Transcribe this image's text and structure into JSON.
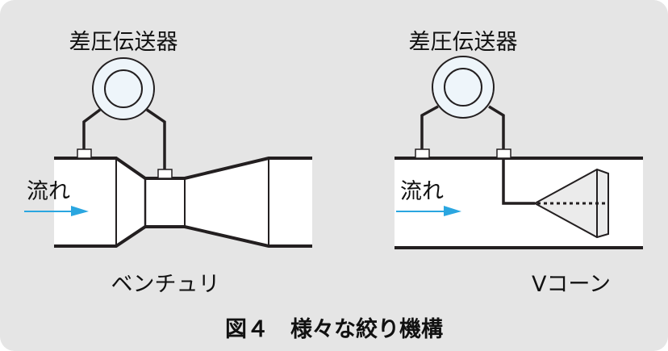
{
  "left_diagram": {
    "transmitter_label": "差圧伝送器",
    "flow_label": "流れ",
    "name": "ベンチュリ"
  },
  "right_diagram": {
    "transmitter_label": "差圧伝送器",
    "flow_label": "流れ",
    "name": "Vコーン"
  },
  "caption": "図４　様々な絞り機構",
  "colors": {
    "background": "#e5e5e5",
    "arrow": "#2aa6e0",
    "line": "#231f20",
    "gauge_fill": "#eef5fa"
  }
}
